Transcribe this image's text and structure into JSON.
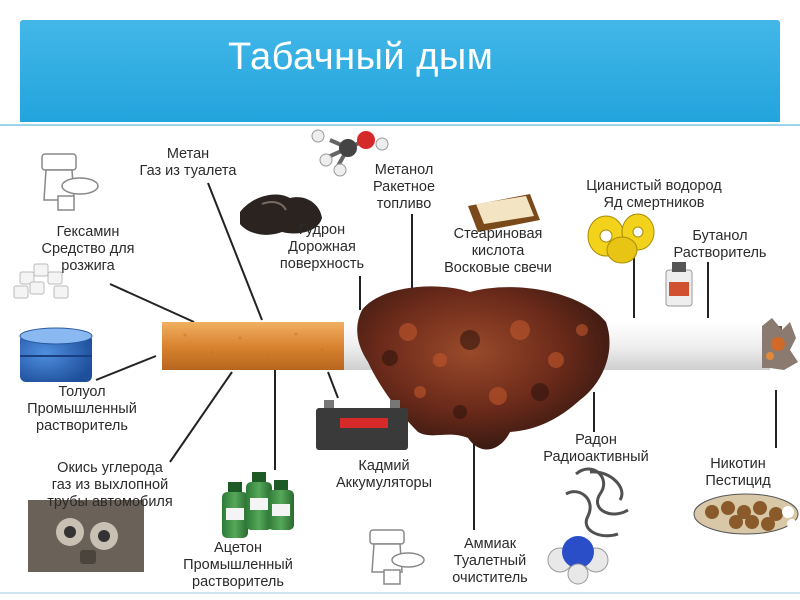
{
  "title": "Табачный дым",
  "labels": {
    "methane": [
      "Метан",
      "Газ из туалета"
    ],
    "hexamine": [
      "Гексамин",
      "Средство для",
      "розжига"
    ],
    "tar": [
      "Гудрон",
      "Дорожная",
      "поверхность"
    ],
    "methanol": [
      "Метанол",
      "Ракетное",
      "топливо"
    ],
    "stearic": [
      "Стеариновая",
      "кислота",
      "Восковые свечи"
    ],
    "hcn": [
      "Цианистый водород",
      "Яд смертников"
    ],
    "butanol": [
      "Бутанол",
      "Растворитель"
    ],
    "toluene": [
      "Толуол",
      "Промышленный",
      "растворитель"
    ],
    "co": [
      "Окись углерода",
      "газ из выхлопной",
      "трубы автомобиля"
    ],
    "acetone": [
      "Ацетон",
      "Промышленный",
      "растворитель"
    ],
    "cadmium": [
      "Кадмий",
      "Аккумуляторы"
    ],
    "ammonia": [
      "Аммиак",
      "Туалетный",
      "очиститель"
    ],
    "radon": [
      "Радон",
      "Радиоактивный"
    ],
    "nicotine": [
      "Никотин",
      "Пестицид"
    ]
  },
  "colors": {
    "header": "#29a8df",
    "filter": "#d98a35",
    "paper": "#f2f2f2",
    "lung": "#6e2e1e"
  }
}
